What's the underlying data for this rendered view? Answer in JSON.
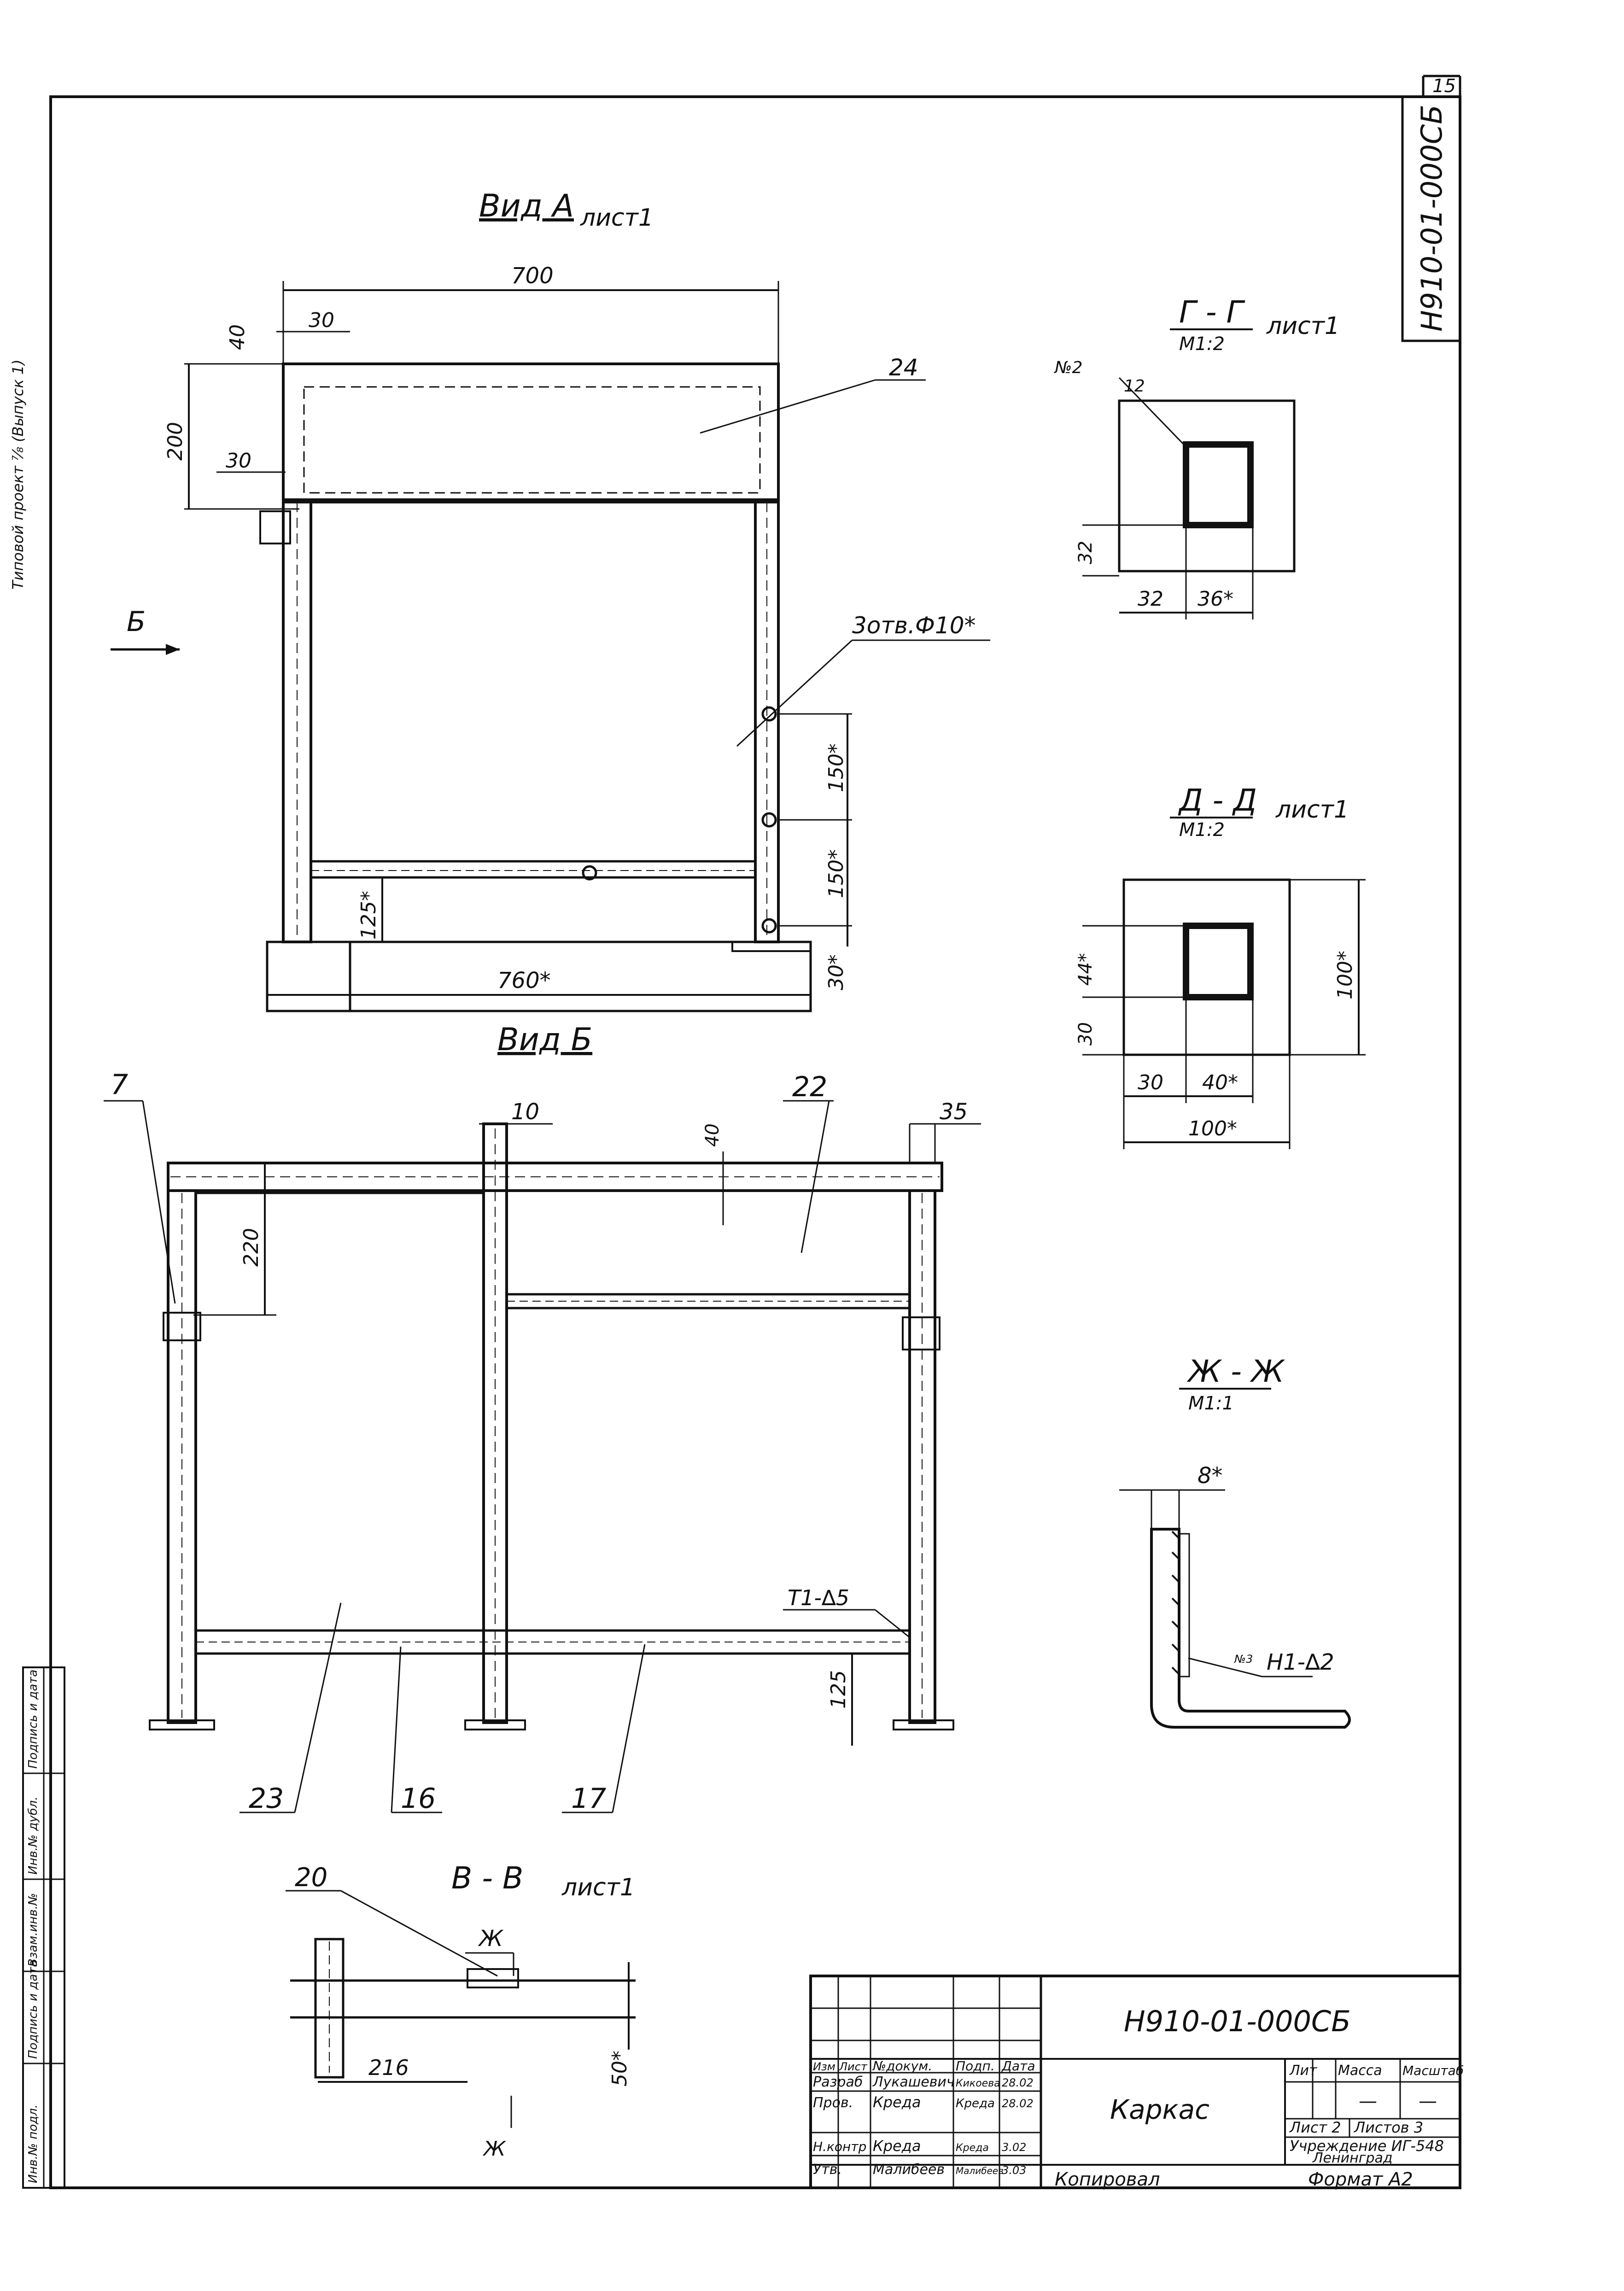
{
  "sheet_number": "15",
  "doc_code": "Н910-01-000СБ",
  "side_note": "Типовой проект ⅞ (Выпуск 1)",
  "view_a": {
    "title": "Вид А",
    "ref": "лист1",
    "dim_700": "700",
    "dim_40": "40",
    "dim_30_top": "30",
    "dim_200": "200",
    "dim_30_left": "30",
    "callout_24": "24",
    "holes": "3отв.Ф10*",
    "dim_150a": "150*",
    "dim_150b": "150*",
    "dim_125": "125*",
    "dim_30_bottom": "30*",
    "dim_760": "760*",
    "arrow_b": "Б"
  },
  "section_gg": {
    "title": "Г - Г",
    "scale": "М1:2",
    "ref": "лист1",
    "no": "№2",
    "num_12": "12",
    "dim_32v": "32",
    "dim_32h": "32",
    "dim_36": "36*"
  },
  "section_dd": {
    "title": "Д - Д",
    "scale": "М1:2",
    "ref": "лист1",
    "dim_44": "44*",
    "dim_30v": "30",
    "dim_30h": "30",
    "dim_40": "40*",
    "dim_100v": "100*",
    "dim_100h": "100*"
  },
  "view_b": {
    "title": "Вид Б",
    "callout_7": "7",
    "dim_10": "10",
    "callout_22": "22",
    "dim_40": "40",
    "dim_35": "35",
    "dim_220": "220",
    "weld": "Т1-∆5",
    "dim_125": "125",
    "callout_23": "23",
    "callout_16": "16",
    "callout_17": "17"
  },
  "section_zhzh": {
    "title": "Ж - Ж",
    "scale": "М1:1",
    "dim_8": "8*",
    "weld": "Н1-∆2",
    "weld_no": "№3"
  },
  "section_vv": {
    "title": "В - В",
    "ref": "лист1",
    "callout_20": "20",
    "mark_top": "Ж",
    "mark_bottom": "Ж",
    "dim_216": "216",
    "dim_50": "50*"
  },
  "title_block": {
    "code": "Н910-01-000СБ",
    "name": "Каркас",
    "headers": [
      "Изм",
      "Лист",
      "№докум.",
      "Подп.",
      "Дата"
    ],
    "rows": [
      [
        "Разраб",
        "Лукашевич",
        "Кикоева",
        "28.02"
      ],
      [
        "Пров.",
        "Креда",
        "Креда",
        "28.02"
      ],
      [
        "",
        "",
        "",
        ""
      ],
      [
        "Н.контр",
        "Креда",
        "Креда",
        "3.02"
      ],
      [
        "Утв.",
        "Малибеев",
        "Малибеев",
        "3.03"
      ]
    ],
    "lit": "Лит",
    "mass": "Масса",
    "scale": "Масштаб",
    "mass_val": "—",
    "scale_val": "—",
    "sheet": "Лист 2",
    "sheets": "Листов 3",
    "org1": "Учреждение ИГ-548",
    "org2": "Ленинград"
  },
  "footer": {
    "copied": "Копировал",
    "format": "Формат А2"
  },
  "stamp_column": [
    "Инв.№ подл.",
    "Подпись и дата",
    "Взам.инв.№",
    "Инв.№ дубл.",
    "Подпись и дата"
  ]
}
